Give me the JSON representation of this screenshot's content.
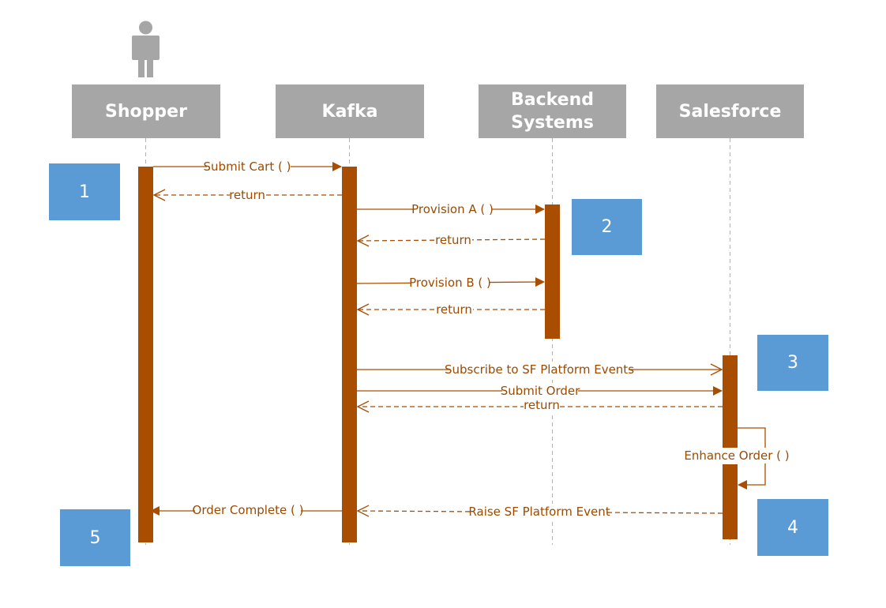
{
  "participants": [
    {
      "name": "Shopper"
    },
    {
      "name": "Kafka"
    },
    {
      "name": "Backend\nSystems"
    },
    {
      "name": "Salesforce"
    }
  ],
  "messages": {
    "submit_cart": "Submit Cart ( )",
    "return_1": "return",
    "provision_a": "Provision A ( )",
    "return_2": "return",
    "provision_b": "Provision B ( )",
    "return_3": "return",
    "subscribe": "Subscribe to SF Platform Events",
    "submit_order": "Submit Order",
    "return_4": "return",
    "enhance_order": "Enhance Order ( )",
    "raise_event": "Raise SF Platform Event",
    "order_complete": "Order Complete ( )"
  },
  "steps": [
    "1",
    "2",
    "3",
    "4",
    "5"
  ],
  "colors": {
    "participant_box": "#a6a6a6",
    "activation": "#a94e00",
    "arrow": "#a94e00",
    "step_box": "#5b9bd5",
    "lifeline": "#b3b3b3",
    "actor": "#a6a6a6"
  },
  "icons": {
    "actor": "person-icon"
  }
}
